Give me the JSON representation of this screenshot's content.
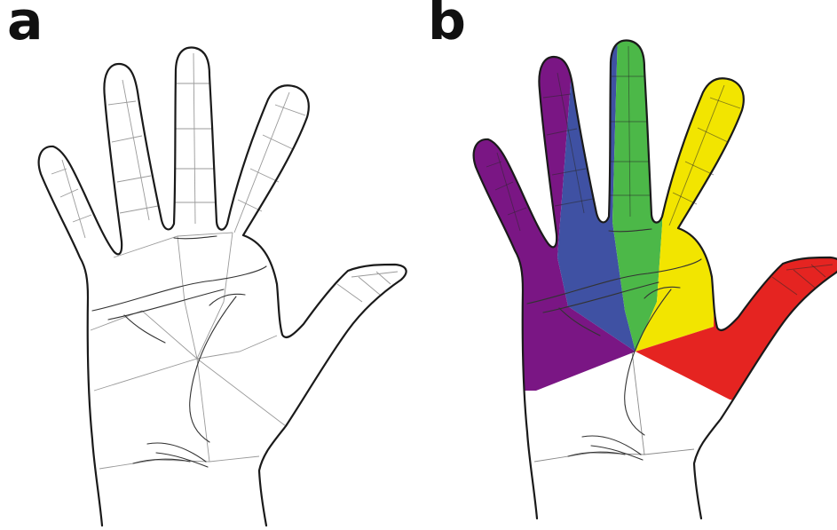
{
  "panels": [
    {
      "label": "a"
    },
    {
      "label": "b"
    }
  ],
  "regions": [
    {
      "name": "little-finger-region",
      "color": "#7a1684"
    },
    {
      "name": "ring-finger-region",
      "color": "#3f51a3"
    },
    {
      "name": "middle-finger-region",
      "color": "#4cb848"
    },
    {
      "name": "index-finger-region",
      "color": "#f2e500"
    },
    {
      "name": "thumb-region",
      "color": "#e52421"
    }
  ]
}
